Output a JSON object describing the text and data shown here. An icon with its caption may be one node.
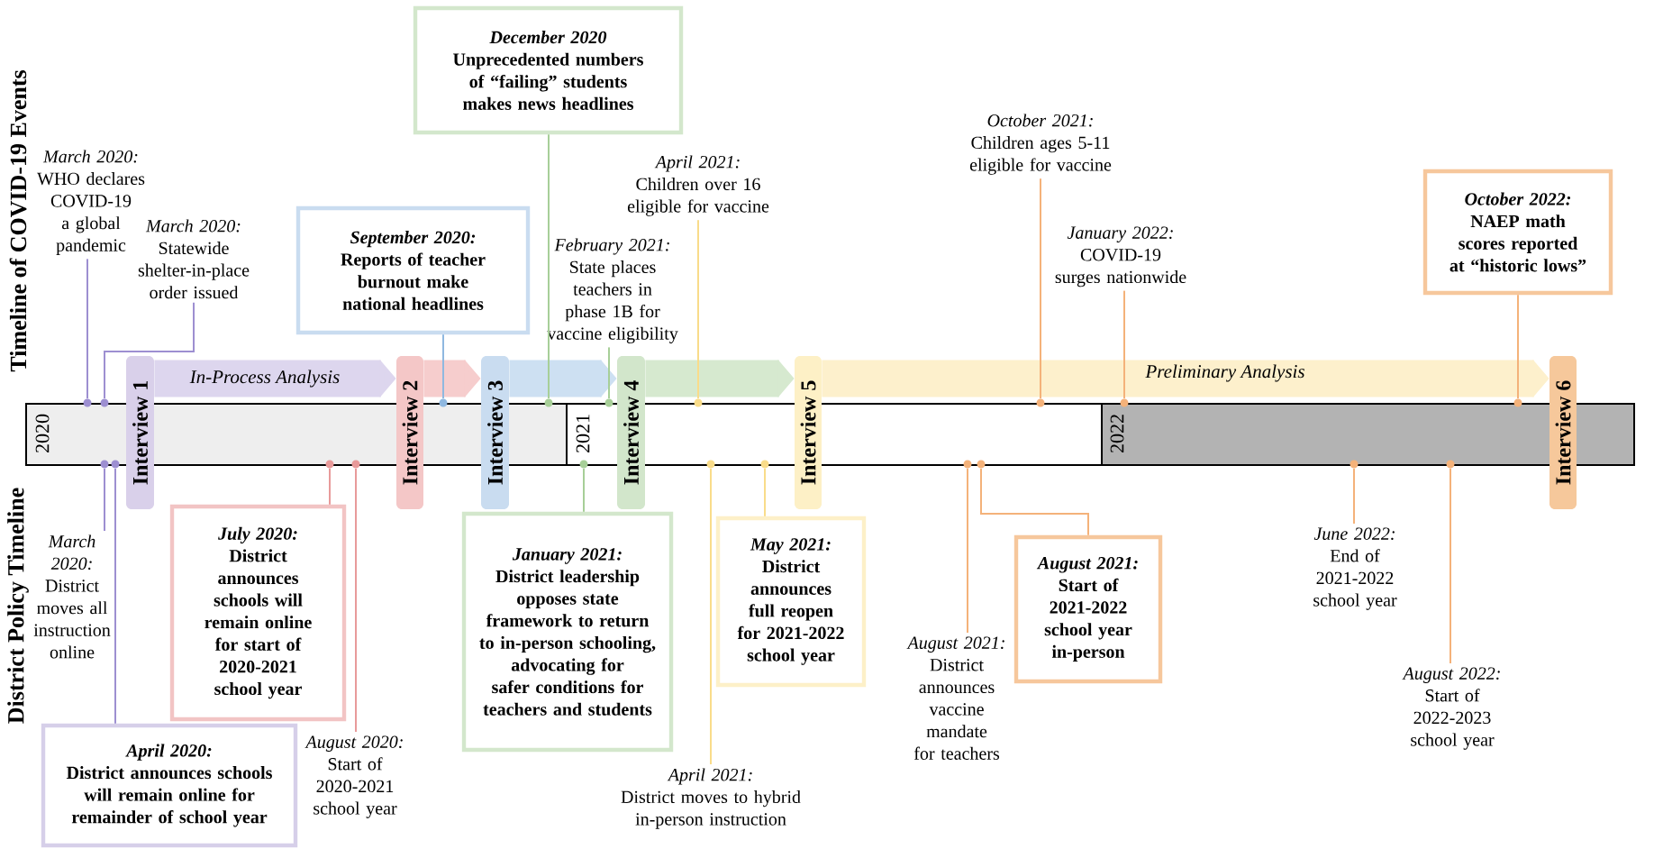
{
  "diagram": {
    "nodes": [
      {
        "text": [
          "2020"
        ]
      },
      {
        "text": [
          "2021"
        ]
      },
      {
        "text": [
          "2022"
        ]
      },
      {
        "text": [
          "Interview 1"
        ]
      },
      {
        "text": [
          "Interview 2"
        ]
      },
      {
        "text": [
          "Interview 3"
        ]
      },
      {
        "text": [
          "Interview 4"
        ]
      },
      {
        "text": [
          "Interview 5"
        ]
      },
      {
        "text": [
          "Interview 6"
        ]
      },
      {
        "text": [
          "March 2020:",
          "WHO declares COVID-19 a global pandemic"
        ]
      },
      {
        "text": [
          "March 2020:",
          "Statewide shelter-in-place order issued"
        ]
      },
      {
        "text": [
          "September 2020:",
          "Reports of teacher burnout make national headlines"
        ]
      },
      {
        "text": [
          "December 2020",
          "Unprecedented numbers of “failing” students makes news headlines"
        ]
      },
      {
        "text": [
          "February 2021:",
          "State places teachers in phase 1B for vaccine eligibility"
        ]
      },
      {
        "text": [
          "April 2021:",
          "Children over 16 eligible for vaccine"
        ]
      },
      {
        "text": [
          "October 2021:",
          "Children ages 5-11 eligible for vaccine"
        ]
      },
      {
        "text": [
          "January 2022:",
          "COVID-19 surges nationwide"
        ]
      },
      {
        "text": [
          "October 2022:",
          "NAEP math scores reported at “historic lows”"
        ]
      },
      {
        "text": [
          "March 2020:",
          "District moves all instruction online"
        ]
      },
      {
        "text": [
          "April 2020:",
          "District announces schools will remain online for remainder of school year"
        ]
      },
      {
        "text": [
          "July 2020:",
          "District announces schools will remain online for start of 2020-2021 school year"
        ]
      },
      {
        "text": [
          "August 2020:",
          "Start of 2020-2021 school year"
        ]
      },
      {
        "text": [
          "January 2021:",
          "District leadership opposes state framework to return to in-person schooling, advocating for safer conditions for teachers and students"
        ]
      },
      {
        "text": [
          "April 2021:",
          "District moves to hybrid in-person instruction"
        ]
      },
      {
        "text": [
          "May 2021:",
          "District announces full reopen for 2021-2022 school year"
        ]
      },
      {
        "text": [
          "August 2021:",
          "District announces vaccine mandate for teachers"
        ]
      },
      {
        "text": [
          "August 2021:",
          "Start of 2021-2022 school year in-person"
        ]
      },
      {
        "text": [
          "June 2022:",
          "End of 2021-2022 school year"
        ]
      },
      {
        "text": [
          "August 2022:",
          "Start of 2022-2023 school year"
        ]
      },
      {
        "text": [],
        "shape": "circle"
      },
      {
        "text": [],
        "shape": "circle"
      },
      {
        "text": [],
        "shape": "circle"
      },
      {
        "text": [],
        "shape": "circle"
      },
      {
        "text": [],
        "shape": "circle"
      },
      {
        "text": [],
        "shape": "circle"
      },
      {
        "text": [],
        "shape": "circle"
      },
      {
        "text": [],
        "shape": "circle"
      },
      {
        "text": [],
        "shape": "circle"
      },
      {
        "text": [],
        "shape": "circle"
      },
      {
        "text": [],
        "shape": "circle"
      },
      {
        "text": [],
        "shape": "circle"
      },
      {
        "text": [],
        "shape": "circle"
      },
      {
        "text": [],
        "shape": "circle"
      },
      {
        "text": [],
        "shape": "circle"
      },
      {
        "text": [],
        "shape": "circle"
      },
      {
        "text": [],
        "shape": "circle"
      },
      {
        "text": [],
        "shape": "circle"
      },
      {
        "text": [],
        "shape": "circle"
      },
      {
        "text": [],
        "shape": "circle"
      }
    ],
    "edges": [
      {
        "from": 3,
        "to": 4,
        "arrow": "to",
        "style": "thick",
        "color": "#ddd6ee",
        "label": "In-Process Analysis"
      },
      {
        "from": 4,
        "to": 5,
        "arrow": "to",
        "style": "thick",
        "color": "#f6cdcd"
      },
      {
        "from": 5,
        "to": 6,
        "arrow": "to",
        "style": "thick",
        "color": "#cde0f2"
      },
      {
        "from": 6,
        "to": 7,
        "arrow": "to",
        "style": "thick",
        "color": "#d6e9cf"
      },
      {
        "from": 7,
        "to": 8,
        "arrow": "to",
        "style": "thick",
        "color": "#fdf0cc",
        "label": "Preliminary Analysis"
      },
      {
        "from": 9,
        "to": 29,
        "arrow": "none",
        "color": "#9d8fd1"
      },
      {
        "from": 10,
        "to": 30,
        "arrow": "none",
        "color": "#9d8fd1"
      },
      {
        "from": 11,
        "to": 31,
        "arrow": "none",
        "color": "#8fb8e0"
      },
      {
        "from": 12,
        "to": 32,
        "arrow": "none",
        "color": "#a7cf98"
      },
      {
        "from": 13,
        "to": 33,
        "arrow": "none",
        "color": "#a7cf98"
      },
      {
        "from": 14,
        "to": 34,
        "arrow": "none",
        "color": "#f9dc8a"
      },
      {
        "from": 15,
        "to": 35,
        "arrow": "none",
        "color": "#f4b27a"
      },
      {
        "from": 16,
        "to": 36,
        "arrow": "none",
        "color": "#f4b27a"
      },
      {
        "from": 17,
        "to": 37,
        "arrow": "none",
        "color": "#f4b27a"
      },
      {
        "from": 18,
        "to": 38,
        "arrow": "none",
        "color": "#9d8fd1"
      },
      {
        "from": 19,
        "to": 39,
        "arrow": "none",
        "color": "#9d8fd1"
      },
      {
        "from": 20,
        "to": 40,
        "arrow": "none",
        "color": "#e89a9a"
      },
      {
        "from": 21,
        "to": 41,
        "arrow": "none",
        "color": "#e89a9a"
      },
      {
        "from": 22,
        "to": 42,
        "arrow": "none",
        "color": "#a7cf98"
      },
      {
        "from": 23,
        "to": 43,
        "arrow": "none",
        "color": "#f9dc8a"
      },
      {
        "from": 24,
        "to": 44,
        "arrow": "none",
        "color": "#f9dc8a"
      },
      {
        "from": 25,
        "to": 45,
        "arrow": "none",
        "color": "#f4b27a"
      },
      {
        "from": 26,
        "to": 46,
        "arrow": "none",
        "color": "#f4b27a"
      },
      {
        "from": 27,
        "to": 47,
        "arrow": "none",
        "color": "#f4b27a"
      },
      {
        "from": 28,
        "to": 48,
        "arrow": "none",
        "color": "#f4b27a"
      }
    ],
    "labels": [
      "Timeline of COVID-19 Events",
      "District Policy Timeline"
    ]
  }
}
